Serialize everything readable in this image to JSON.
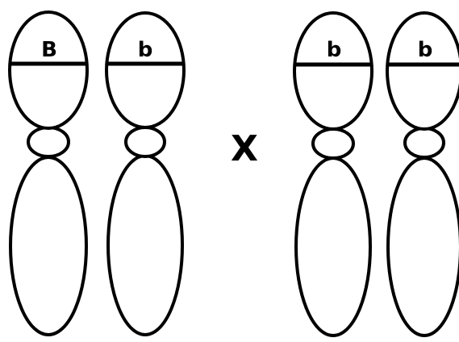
{
  "cross_symbol": "X",
  "parents": [
    {
      "chromosomes": [
        {
          "allele": "B"
        },
        {
          "allele": "b"
        }
      ]
    },
    {
      "chromosomes": [
        {
          "allele": "b"
        },
        {
          "allele": "b"
        }
      ]
    }
  ]
}
